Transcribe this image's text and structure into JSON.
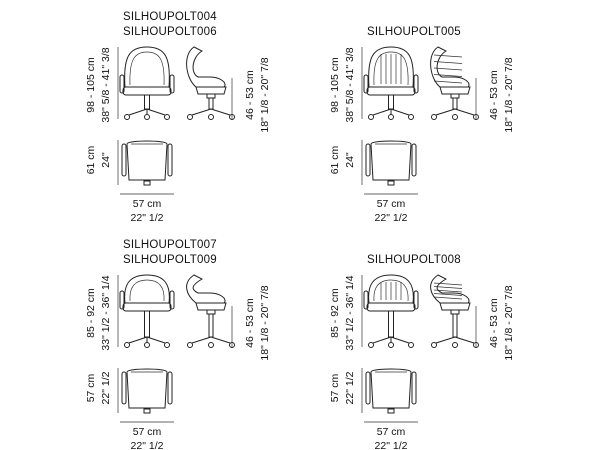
{
  "panels": [
    {
      "models": [
        "SILHOUPOLT004",
        "SILHOUPOLT006"
      ],
      "height_cm": "98 - 105 cm",
      "height_in": "38\" 5/8 - 41\" 3/8",
      "seat_cm": "46 - 53 cm",
      "seat_in": "18\" 1/8 - 20\" 7/8",
      "depth_cm": "61 cm",
      "depth_in": "24\"",
      "width_cm": "57 cm",
      "width_in": "22\" 1/2",
      "back": "tall"
    },
    {
      "models": [
        "SILHOUPOLT005"
      ],
      "height_cm": "98 - 105 cm",
      "height_in": "38\" 5/8 - 41\" 3/8",
      "seat_cm": "46 - 53 cm",
      "seat_in": "18\" 1/8 - 20\" 7/8",
      "depth_cm": "61 cm",
      "depth_in": "24\"",
      "width_cm": "57 cm",
      "width_in": "22\" 1/2",
      "back": "tall-ribbed"
    },
    {
      "models": [
        "SILHOUPOLT007",
        "SILHOUPOLT009"
      ],
      "height_cm": "85 - 92 cm",
      "height_in": "33\" 1/2 - 36\" 1/4",
      "seat_cm": "46 - 53 cm",
      "seat_in": "18\" 1/8 - 20\" 7/8",
      "depth_cm": "57 cm",
      "depth_in": "22\" 1/2",
      "width_cm": "57 cm",
      "width_in": "22\" 1/2",
      "back": "low"
    },
    {
      "models": [
        "SILHOUPOLT008"
      ],
      "height_cm": "85 - 92 cm",
      "height_in": "33\" 1/2 - 36\" 1/4",
      "seat_cm": "46 - 53 cm",
      "seat_in": "18\" 1/8 - 20\" 7/8",
      "depth_cm": "57 cm",
      "depth_in": "22\" 1/2",
      "width_cm": "57 cm",
      "width_in": "22\" 1/2",
      "back": "low-ribbed"
    }
  ]
}
